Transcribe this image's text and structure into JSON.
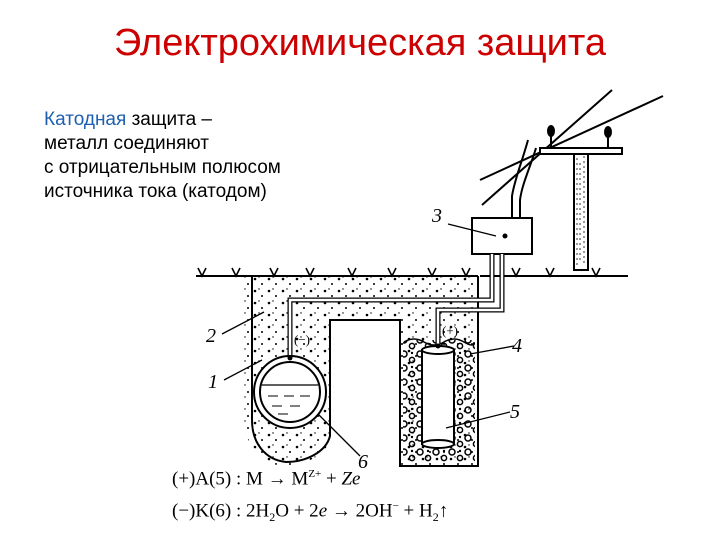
{
  "title": "Электрохимическая защита",
  "intro": {
    "line1_highlight": "Катодная",
    "line1_rest": " защита –",
    "line2": "металл соединяют",
    "line3": "с отрицательным полюсом",
    "line4": "источника тока (катодом)"
  },
  "diagram": {
    "labels": {
      "l1": "1",
      "l2": "2",
      "l3": "3",
      "l4": "4",
      "l5": "5",
      "l6": "6"
    },
    "minus_sign": "(−)",
    "plus_sign": "(+)"
  },
  "equations": {
    "anode": {
      "prefix": "(+)A(5) : M → M",
      "sup": "Z+",
      "plus": " + ",
      "ze": "Ze"
    },
    "cathode": {
      "prefix": "(−)K(6) : 2H",
      "sub1": "2",
      "mid": "O + 2",
      "e": "e",
      "arrow": " → 2OH",
      "sup": "−",
      "plus": " + H",
      "sub2": "2",
      "up": "↑"
    }
  }
}
